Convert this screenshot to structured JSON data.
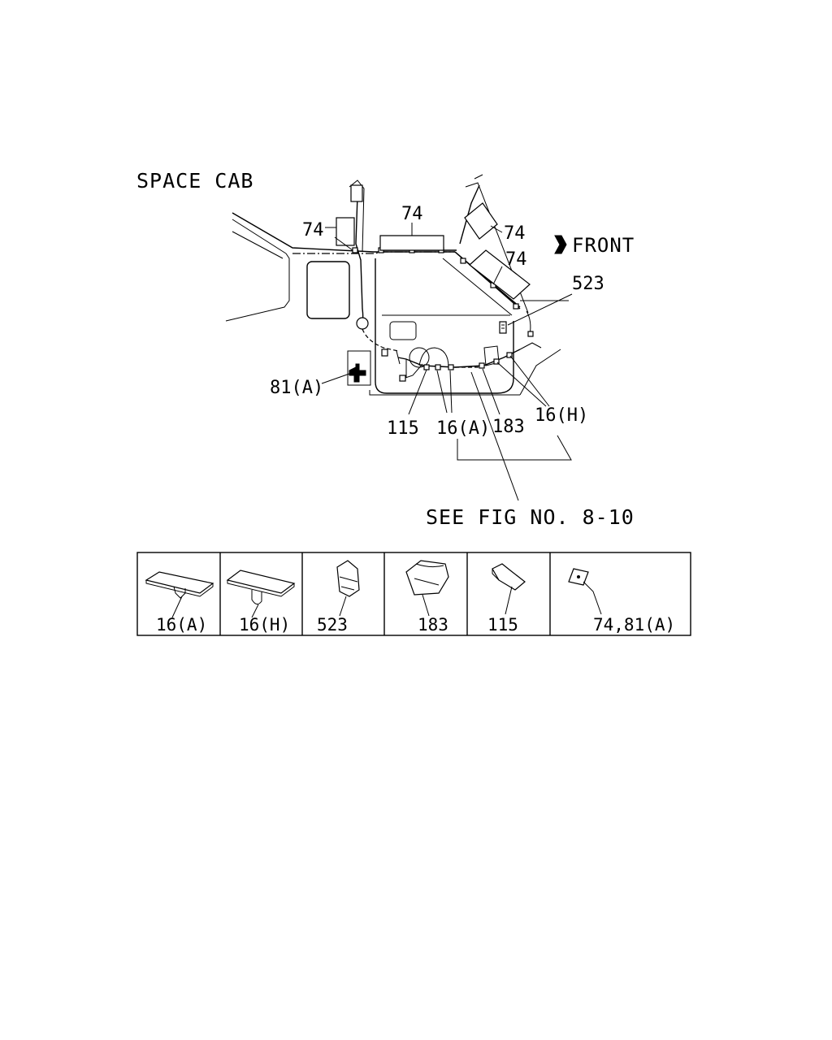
{
  "title": "SPACE CAB",
  "front_label": "FRONT",
  "reference": "SEE FIG NO. 8-10",
  "callouts": {
    "c74_left": "74",
    "c74_top": "74",
    "c74_right1": "74",
    "c74_right2": "74",
    "c523": "523",
    "c81a": "81(A)",
    "c115": "115",
    "c16a": "16(A)",
    "c183": "183",
    "c16h": "16(H)"
  },
  "legend": [
    {
      "label": "16(A)",
      "icon": "clip-16a-icon"
    },
    {
      "label": "16(H)",
      "icon": "clip-16h-icon"
    },
    {
      "label": "523",
      "icon": "clip-523-icon"
    },
    {
      "label": "183",
      "icon": "clip-183-icon"
    },
    {
      "label": "115",
      "icon": "clip-115-icon"
    },
    {
      "label": "74,81(A)",
      "icon": "clip-74-81a-icon"
    }
  ]
}
